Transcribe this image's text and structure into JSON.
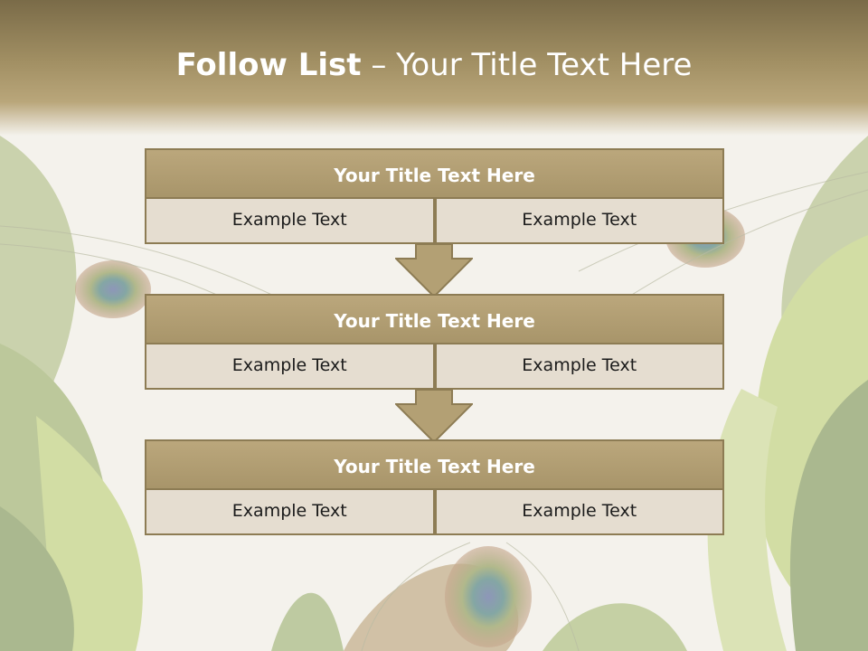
{
  "header": {
    "title_bold": "Follow List",
    "title_rest": " – Your Title Text Here"
  },
  "blocks": [
    {
      "title": "Your Title Text Here",
      "left": "Example Text",
      "right": "Example Text"
    },
    {
      "title": "Your Title Text Here",
      "left": "Example Text",
      "right": "Example Text"
    },
    {
      "title": "Your Title Text Here",
      "left": "Example Text",
      "right": "Example Text"
    }
  ],
  "colors": {
    "accent": "#a8956a",
    "border": "#8d7c54",
    "cell": "#e5ddd0"
  }
}
